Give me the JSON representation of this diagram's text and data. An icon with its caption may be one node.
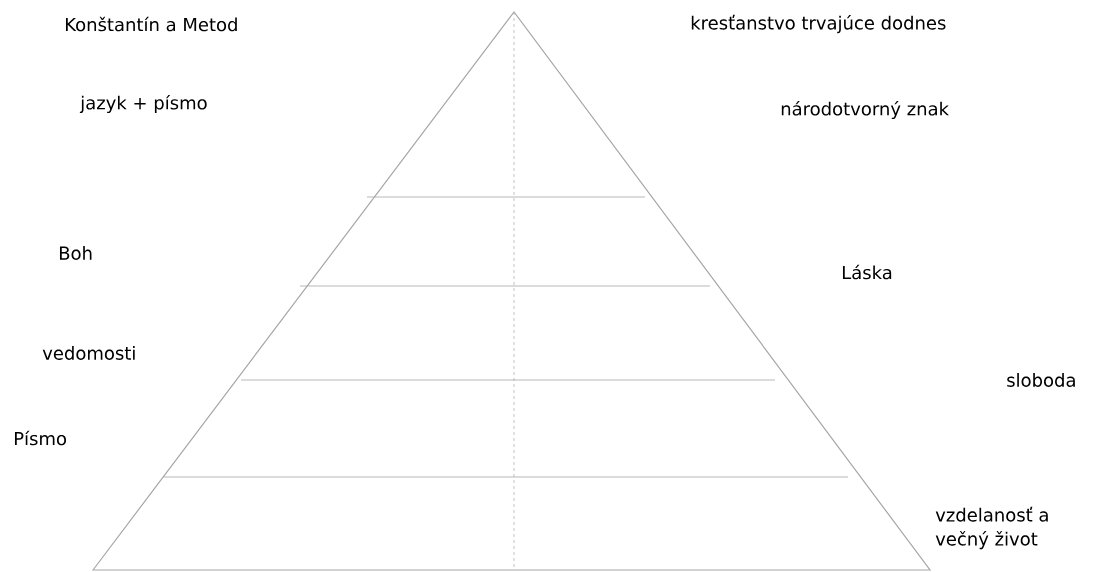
{
  "diagram": {
    "labels": [
      "Konštantín a Metod",
      "kresťanstvo trvajúce dodnes",
      "jazyk + písmo",
      "národotvorný znak",
      "Boh",
      "Láska",
      "vedomosti",
      "sloboda",
      "Písmo",
      "vzdelanosť a večný život"
    ]
  }
}
